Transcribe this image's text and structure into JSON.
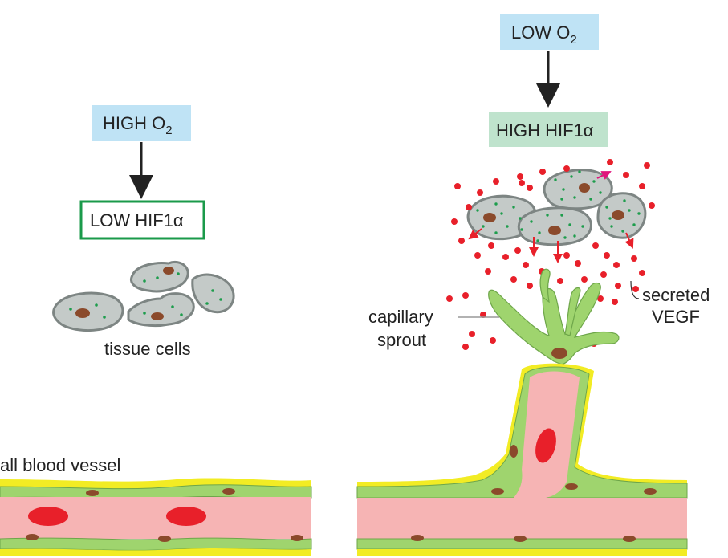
{
  "left_panel": {
    "top_box": {
      "label": "HIGH O",
      "subscript": "2"
    },
    "bottom_box": {
      "label": "LOW HIF1α"
    },
    "cells_label": "tissue cells",
    "vessel_label": "all blood vessel"
  },
  "right_panel": {
    "top_box": {
      "label": "LOW O",
      "subscript": "2"
    },
    "bottom_box": {
      "label": "HIGH HIF1α"
    },
    "sprout_label": [
      "capillary",
      "sprout"
    ],
    "vegf_label": [
      "secreted",
      "VEGF"
    ]
  },
  "colors": {
    "o2_box": "#bfe3f5",
    "hif_high_box": "#bfe3cd",
    "hif_low_border": "#1a9a4a",
    "cell_fill": "#c4cac8",
    "cell_stroke": "#7d8583",
    "nucleus": "#8b4a2b",
    "cell_dot": "#1d9d4c",
    "vegf": "#e8202a",
    "vessel_lumen": "#f6b4b4",
    "endothelium": "#9fd46e",
    "basement": "#f2ec24",
    "rbc": "#e8202a",
    "pink_arrow": "#e0147c"
  }
}
